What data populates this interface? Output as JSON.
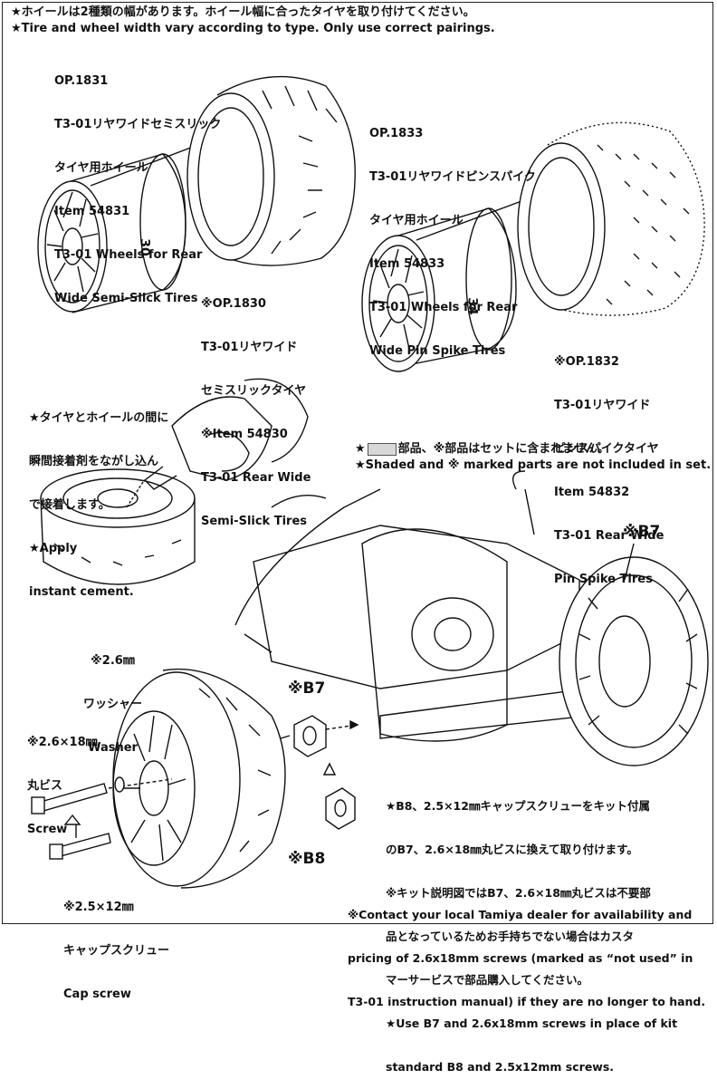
{
  "header": {
    "line_jp": "★ホイールは2種類の幅があります。ホイール幅に合ったタイヤを取り付けてください。",
    "line_en": "★Tire and wheel width vary according to type. Only use correct pairings."
  },
  "wheel_a": {
    "op": "OP.1831",
    "jp1": "T3-01リヤワイドセミスリック",
    "jp2": "タイヤ用ホイール",
    "item": "Item 54831",
    "en1": "T3-01 Wheels for Rear",
    "en2": "Wide Semi-Slick Tires",
    "number": "30"
  },
  "tire_a": {
    "op": "※OP.1830",
    "jp1": "T3-01リヤワイド",
    "jp2": "セミスリックタイヤ",
    "item": "※Item 54830",
    "en1": "T3-01 Rear Wide",
    "en2": "Semi-Slick Tires"
  },
  "wheel_b": {
    "op": "OP.1833",
    "jp1": "T3-01リヤワイドピンスパイク",
    "jp2": "タイヤ用ホイール",
    "item": "Item 54833",
    "en1": "T3-01 Wheels for Rear",
    "en2": "Wide Pin Spike Tires",
    "number": "34"
  },
  "tire_b": {
    "op": "※OP.1832",
    "jp1": "T3-01リヤワイド",
    "jp2": "ピンスパイクタイヤ",
    "item": "Item 54832",
    "en1": "T3-01 Rear Wide",
    "en2": "Pin Spike Tires"
  },
  "cement": {
    "jp1": "★タイヤとホイールの間に",
    "jp2": "瞬間接着剤をながし込ん",
    "jp3": "で接着します。",
    "en1": "★Apply",
    "en2": "instant cement."
  },
  "notice": {
    "jp_pre": "★",
    "jp_post": "部品、※部品はセットに含まれません。",
    "en": "★Shaded and ※ marked parts are not included in set."
  },
  "parts": {
    "b7_top": "※B7",
    "b7_mid": "※B7",
    "b8": "※B8",
    "washer_jp1": "※2.6㎜",
    "washer_jp2": "ワッシャー",
    "washer_en": "Washer",
    "screw_jp1": "※2.6×18㎜",
    "screw_jp2": "丸ビス",
    "screw_en": "Screw",
    "cap_jp1": "※2.5×12㎜",
    "cap_jp2": "キャップスクリュー",
    "cap_en": "Cap screw"
  },
  "instructions": {
    "jp1": "★B8、2.5×12㎜キャップスクリューをキット付属",
    "jp2": "のB7、2.6×18㎜丸ビスに換えて取り付けます。",
    "jp3": "※キット説明図ではB7、2.6×18㎜丸ビスは不要部",
    "jp4": "品となっているためお手持ちでない場合はカスタ",
    "jp5": "マーサービスで部品購入してください。",
    "en1": "★Use B7 and 2.6x18mm screws in place of kit",
    "en2": "standard B8 and 2.5x12mm screws.",
    "en3": "※Contact your local Tamiya dealer for availability and",
    "en4": "pricing of 2.6x18mm screws (marked as “not used” in",
    "en5": "T3-01 instruction manual) if they are no longer to hand."
  }
}
